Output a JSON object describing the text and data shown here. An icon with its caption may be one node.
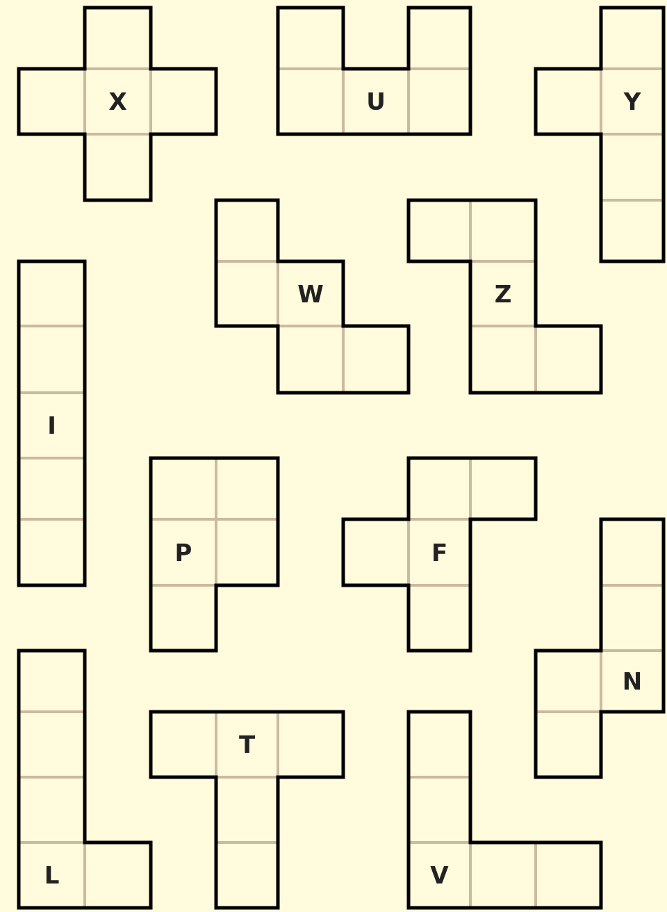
{
  "diagram": {
    "nodes": [
      {
        "text": [
          "X"
        ]
      },
      {
        "text": [
          "U"
        ]
      },
      {
        "text": [
          "Y"
        ]
      },
      {
        "text": [
          "W"
        ]
      },
      {
        "text": [
          "Z"
        ]
      },
      {
        "text": [
          "I"
        ]
      },
      {
        "text": [
          "P"
        ]
      },
      {
        "text": [
          "F"
        ]
      },
      {
        "text": [
          "N"
        ]
      },
      {
        "text": [
          "L"
        ]
      },
      {
        "text": [
          "T"
        ]
      },
      {
        "text": [
          "V"
        ]
      }
    ]
  }
}
